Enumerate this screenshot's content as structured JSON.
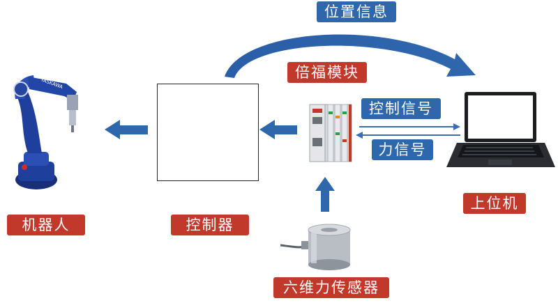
{
  "labels": {
    "position_info": "位置信息",
    "beckhoff_module": "倍福模块",
    "control_signal": "控制信号",
    "force_signal": "力信号",
    "host_computer": "上位机",
    "robot": "机器人",
    "controller": "控制器",
    "six_axis_sensor": "六维力传感器"
  },
  "robot_brand": "YASKAWA",
  "colors": {
    "red_label": "#c0392b",
    "blue_label": "#2f67ad",
    "arrow_blue": "#2f67ad",
    "robot_blue": "#1f3f9c"
  },
  "icons": [
    "robot-arm-icon",
    "controller-cabinet-icon",
    "beckhoff-module-icon",
    "laptop-icon",
    "force-sensor-icon"
  ]
}
